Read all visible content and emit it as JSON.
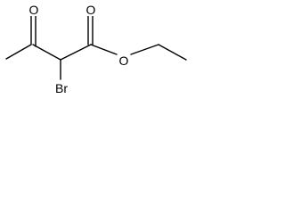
{
  "structure": {
    "atoms": {
      "keto_oxygen": "O",
      "ester_carbonyl_oxygen": "O",
      "ester_oxygen": "O",
      "bromine": "Br"
    }
  },
  "colors": {
    "bond": "#000000",
    "label": "#000000",
    "background": "#ffffff"
  }
}
